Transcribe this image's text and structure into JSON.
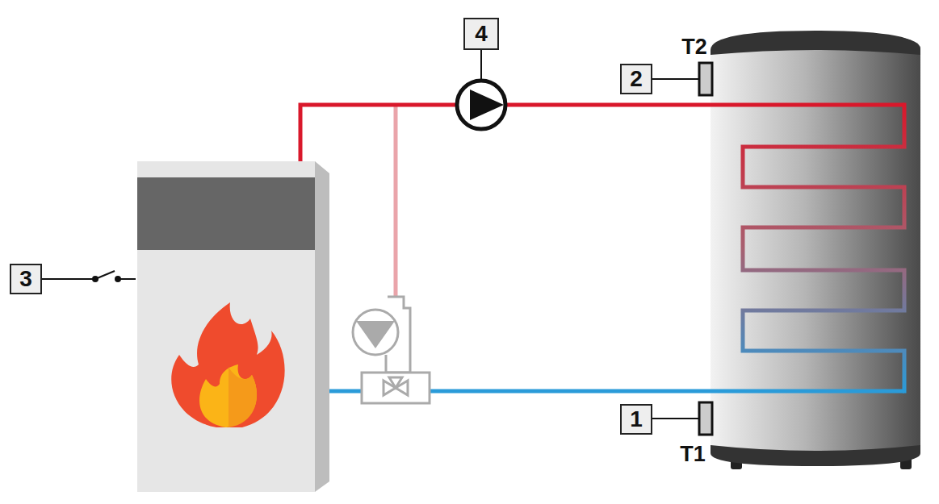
{
  "diagram": {
    "nodes": [
      {
        "text": [
          "4"
        ]
      },
      {
        "text": [
          "2"
        ]
      },
      {
        "text": [
          "3"
        ]
      },
      {
        "text": [
          "1"
        ]
      }
    ],
    "labels": [
      "T2",
      "T1"
    ]
  }
}
